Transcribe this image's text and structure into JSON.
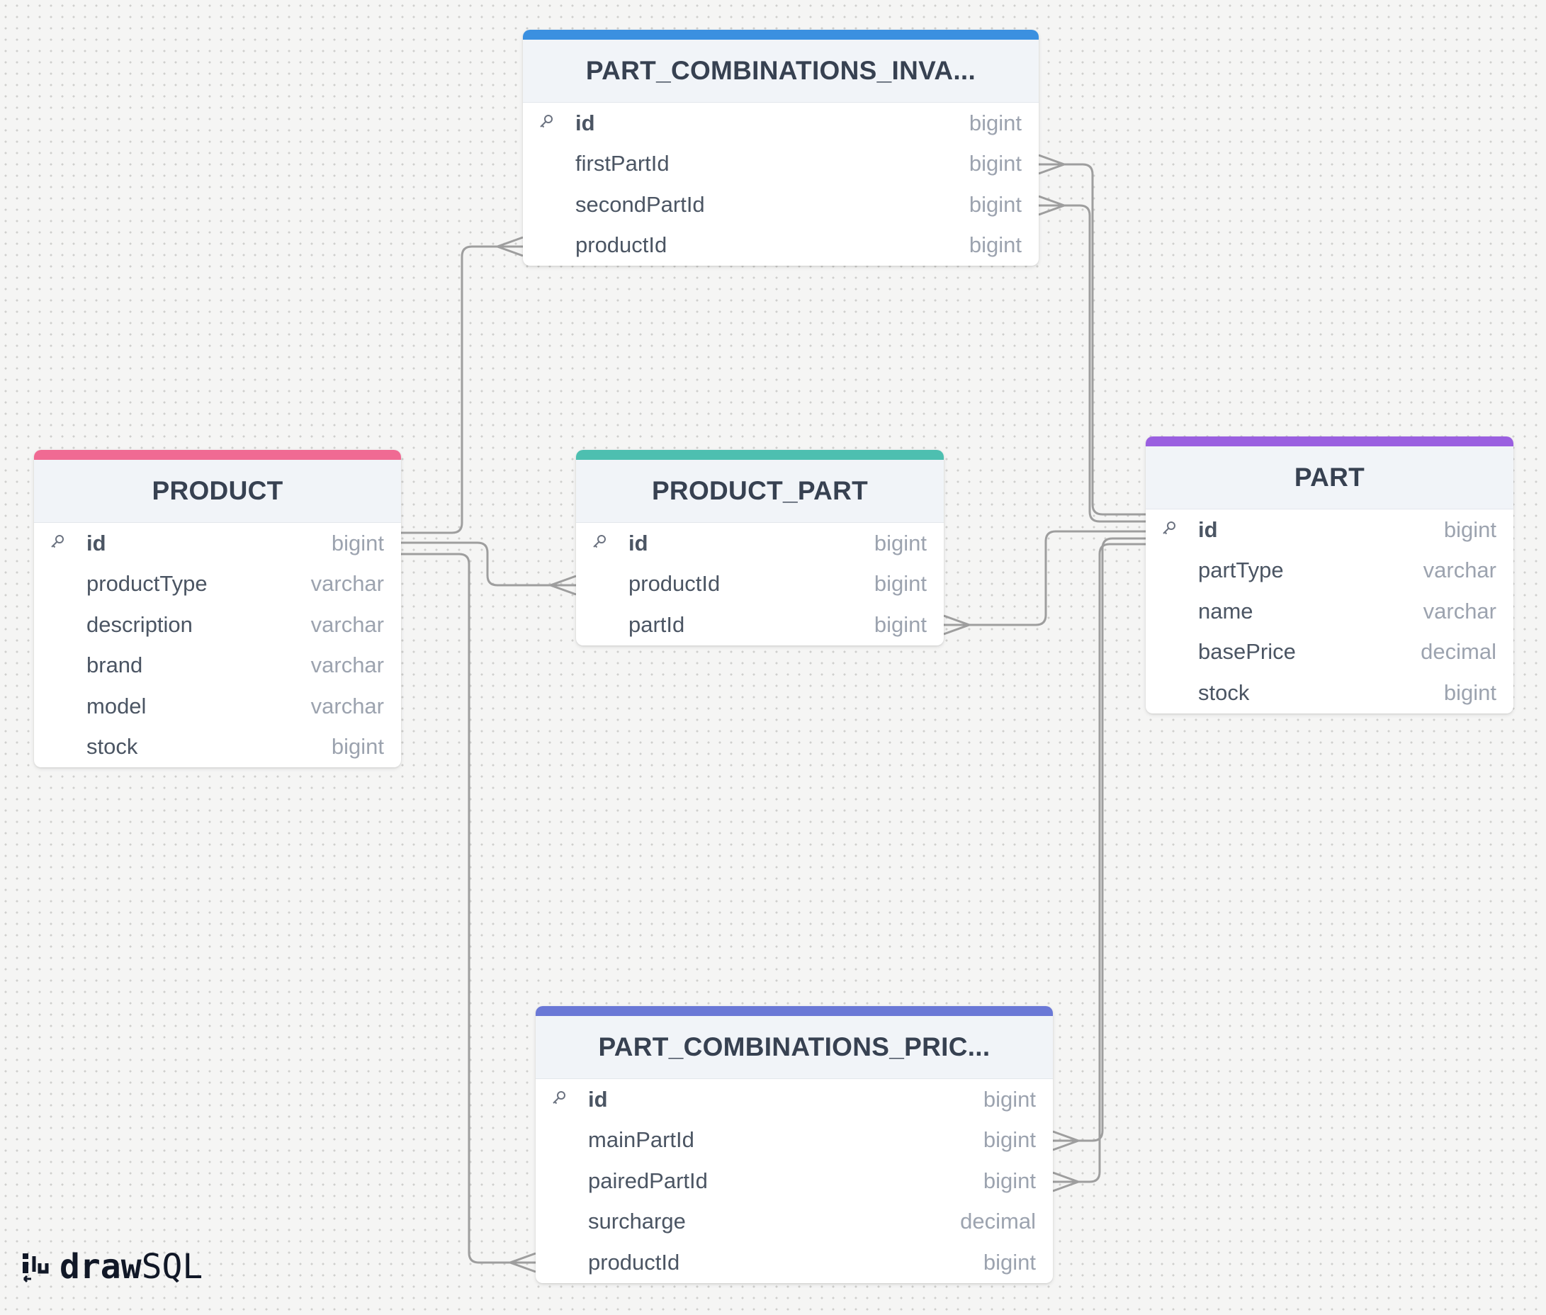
{
  "tables": {
    "pci": {
      "title": "PART_COMBINATIONS_INVA...",
      "color": "#3b90e0",
      "columns": [
        {
          "name": "id",
          "type": "bigint",
          "pk": true
        },
        {
          "name": "firstPartId",
          "type": "bigint"
        },
        {
          "name": "secondPartId",
          "type": "bigint"
        },
        {
          "name": "productId",
          "type": "bigint"
        }
      ]
    },
    "product": {
      "title": "PRODUCT",
      "color": "#f06a93",
      "columns": [
        {
          "name": "id",
          "type": "bigint",
          "pk": true
        },
        {
          "name": "productType",
          "type": "varchar"
        },
        {
          "name": "description",
          "type": "varchar"
        },
        {
          "name": "brand",
          "type": "varchar"
        },
        {
          "name": "model",
          "type": "varchar"
        },
        {
          "name": "stock",
          "type": "bigint"
        }
      ]
    },
    "product_part": {
      "title": "PRODUCT_PART",
      "color": "#4dbfb0",
      "columns": [
        {
          "name": "id",
          "type": "bigint",
          "pk": true
        },
        {
          "name": "productId",
          "type": "bigint"
        },
        {
          "name": "partId",
          "type": "bigint"
        }
      ]
    },
    "part": {
      "title": "PART",
      "color": "#9a5fe0",
      "columns": [
        {
          "name": "id",
          "type": "bigint",
          "pk": true
        },
        {
          "name": "partType",
          "type": "varchar"
        },
        {
          "name": "name",
          "type": "varchar"
        },
        {
          "name": "basePrice",
          "type": "decimal"
        },
        {
          "name": "stock",
          "type": "bigint"
        }
      ]
    },
    "pcp": {
      "title": "PART_COMBINATIONS_PRIC...",
      "color": "#6a78d6",
      "columns": [
        {
          "name": "id",
          "type": "bigint",
          "pk": true
        },
        {
          "name": "mainPartId",
          "type": "bigint"
        },
        {
          "name": "pairedPartId",
          "type": "bigint"
        },
        {
          "name": "surcharge",
          "type": "decimal"
        },
        {
          "name": "productId",
          "type": "bigint"
        }
      ]
    }
  },
  "relationships": [
    {
      "from": "product.id",
      "to": "pci.productId"
    },
    {
      "from": "product.id",
      "to": "product_part.productId"
    },
    {
      "from": "product.id",
      "to": "pcp.productId"
    },
    {
      "from": "part.id",
      "to": "pci.firstPartId"
    },
    {
      "from": "part.id",
      "to": "pci.secondPartId"
    },
    {
      "from": "part.id",
      "to": "product_part.partId"
    },
    {
      "from": "part.id",
      "to": "pcp.mainPartId"
    },
    {
      "from": "part.id",
      "to": "pcp.pairedPartId"
    }
  ],
  "brand": {
    "bold": "draw",
    "light": "SQL"
  },
  "colors": {
    "link": "#9e9e9e",
    "header_bg": "#f1f4f8"
  }
}
